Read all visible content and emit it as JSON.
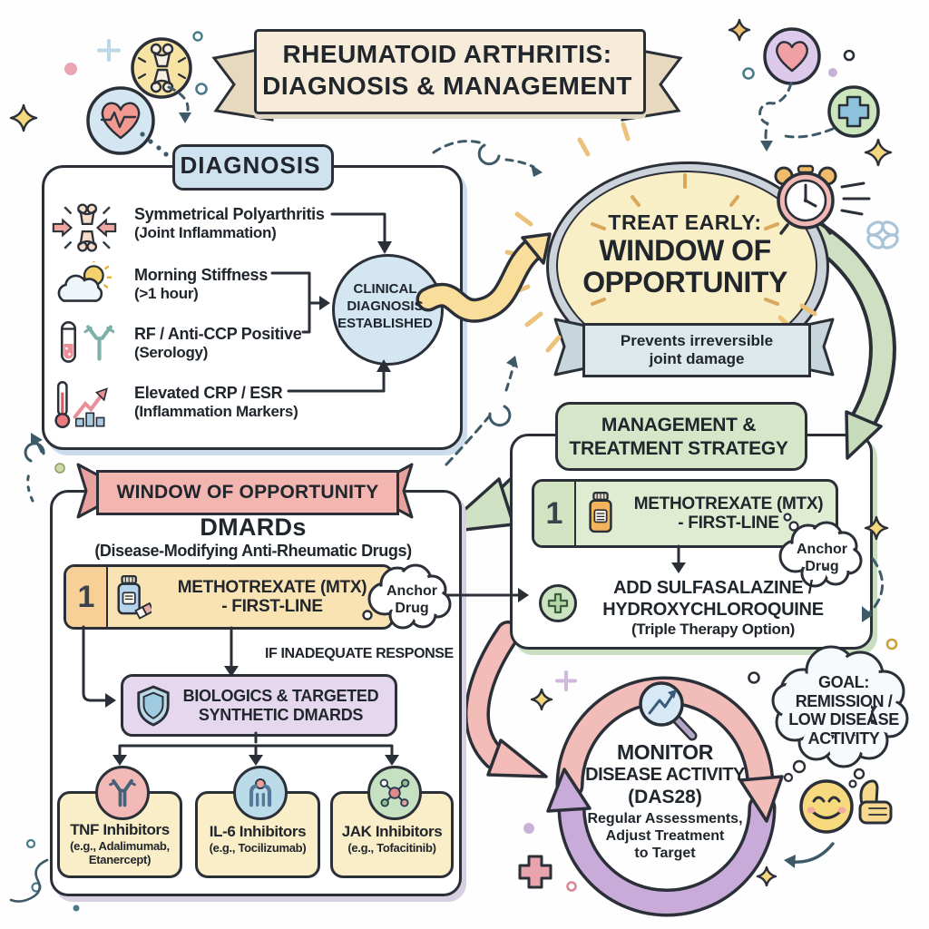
{
  "banner": {
    "line1": "RHEUMATOID ARTHRITIS:",
    "line2": "DIAGNOSIS & MANAGEMENT"
  },
  "diagnosis": {
    "tab": "DIAGNOSIS",
    "items": [
      {
        "icon": "joint-compression-icon",
        "title": "Symmetrical Polyarthritis",
        "subtitle": "(Joint Inflammation)"
      },
      {
        "icon": "morning-sun-cloud-icon",
        "title": "Morning Stiffness",
        "subtitle": "(>1 hour)"
      },
      {
        "icon": "test-tube-antibody-icon",
        "title": "RF / Anti-CCP Positive",
        "subtitle": "(Serology)"
      },
      {
        "icon": "thermometer-trend-icon",
        "title": "Elevated CRP / ESR",
        "subtitle": "(Inflammation Markers)"
      }
    ],
    "conclusion": {
      "line1": "CLINICAL",
      "line2": "DIAGNOSIS",
      "line3": "ESTABLISHED"
    }
  },
  "treat_early": {
    "intro": "TREAT EARLY:",
    "line1": "WINDOW OF",
    "line2": "OPPORTUNITY",
    "banner_line1": "Prevents irreversible",
    "banner_line2": "joint damage"
  },
  "management": {
    "header_line1": "MANAGEMENT &",
    "header_line2": "TREATMENT STRATEGY",
    "step_number": "1",
    "mtx_line1": "METHOTREXATE (MTX)",
    "mtx_line2": "- FIRST-LINE",
    "anchor_line1": "Anchor",
    "anchor_line2": "Drug",
    "add_line1": "ADD SULFASALAZINE /",
    "add_line2": "HYDROXYCHLOROQUINE",
    "add_line3": "(Triple Therapy Option)"
  },
  "dmards": {
    "ribbon": "WINDOW OF OPPORTUNITY",
    "heading": "DMARDs",
    "subheading": "(Disease-Modifying Anti-Rheumatic Drugs)",
    "step_number": "1",
    "mtx_line1": "METHOTREXATE (MTX)",
    "mtx_line2": "- FIRST-LINE",
    "anchor_line1": "Anchor",
    "anchor_line2": "Drug",
    "escalation": "IF INADEQUATE RESPONSE",
    "biologics_line1": "BIOLOGICS & TARGETED",
    "biologics_line2": "SYNTHETIC DMARDS",
    "classes": [
      {
        "icon": "antibody-icon",
        "title": "TNF Inhibitors",
        "example_line1": "(e.g., Adalimumab,",
        "example_line2": "Etanercept)"
      },
      {
        "icon": "il6-receptor-icon",
        "title": "IL-6 Inhibitors",
        "example_line1": "(e.g., Tocilizumab)",
        "example_line2": ""
      },
      {
        "icon": "jak-molecule-icon",
        "title": "JAK Inhibitors",
        "example_line1": "(e.g., Tofacitinib)",
        "example_line2": ""
      }
    ]
  },
  "monitoring": {
    "line1": "MONITOR",
    "line2": "DISEASE ACTIVITY",
    "line3": "(DAS28)",
    "sub1": "Regular Assessments,",
    "sub2": "Adjust Treatment",
    "sub3": "to Target"
  },
  "goal": {
    "line1": "GOAL:",
    "line2": "REMISSION /",
    "line3": "LOW DISEASE",
    "line4": "ACTIVITY"
  },
  "colors": {
    "outline": "#2a2f38",
    "banner_fill": "#f6ecd9",
    "diagnosis_blue": "#cfe2f0",
    "oval_yellow": "#f9efc6",
    "management_green": "#d6e7c9",
    "mtx_yellow": "#fae3b2",
    "ribbon_pink": "#f2b5b0",
    "biologics_purple": "#e5d8ee",
    "card_cream": "#faeec9",
    "cycle_pink": "#f2bcb8",
    "cycle_purple": "#c9abd9",
    "arrow_yellow": "#f8dd9b",
    "arrow_green": "#cfe3c4"
  }
}
